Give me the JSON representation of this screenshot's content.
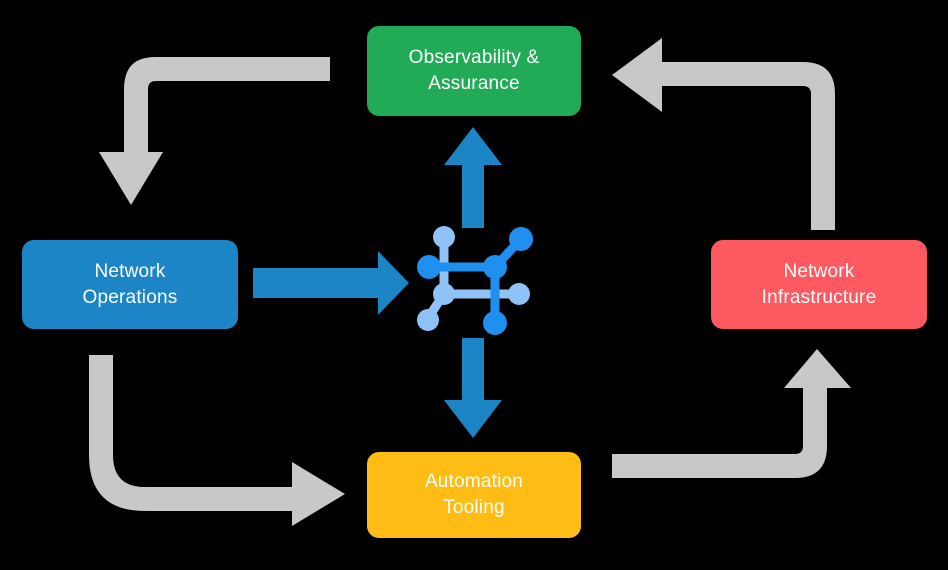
{
  "diagram": {
    "type": "cycle-diagram",
    "background_color": "#000000",
    "center_icon": {
      "name": "network-topology-icon",
      "primary_color": "#1f8ff0",
      "secondary_color": "#8fc3f7"
    },
    "nodes": [
      {
        "id": "observability",
        "label_lines": [
          "Observability &",
          "Assurance"
        ],
        "color": "#22ab56",
        "position": "top"
      },
      {
        "id": "network-operations",
        "label_lines": [
          "Network",
          "Operations"
        ],
        "color": "#1b85c5",
        "position": "left"
      },
      {
        "id": "network-infrastructure",
        "label_lines": [
          "Network",
          "Infrastructure"
        ],
        "color": "#fc5a60",
        "position": "right"
      },
      {
        "id": "automation-tooling",
        "label_lines": [
          "Automation",
          "Tooling"
        ],
        "color": "#ffbc14",
        "position": "bottom"
      }
    ],
    "connectors": {
      "inner_color": "#1b85c5",
      "outer_color": "#c8c8c8",
      "inner_arrows": [
        {
          "id": "center-to-observability",
          "direction": "up"
        },
        {
          "id": "operations-to-center",
          "direction": "right"
        },
        {
          "id": "center-to-automation",
          "direction": "down"
        }
      ],
      "outer_arrows": [
        {
          "id": "observability-to-operations",
          "direction": "left-then-down"
        },
        {
          "id": "operations-to-automation",
          "direction": "down-then-right"
        },
        {
          "id": "automation-to-infrastructure",
          "direction": "right-then-up"
        },
        {
          "id": "infrastructure-to-observability",
          "direction": "up-then-left"
        }
      ]
    }
  }
}
